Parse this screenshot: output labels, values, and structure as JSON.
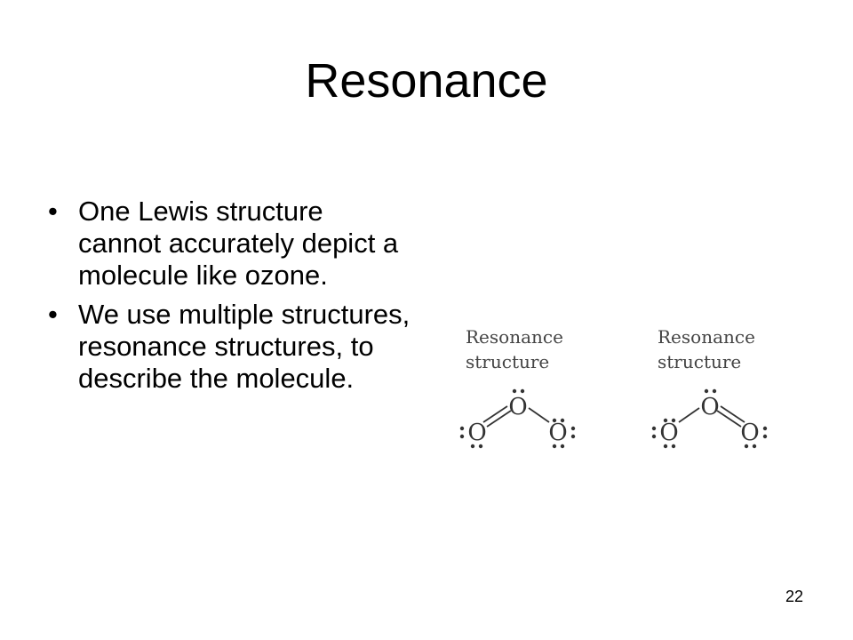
{
  "slide": {
    "title": "Resonance",
    "bullets": [
      "One Lewis structure cannot accurately depict a molecule like ozone.",
      "We use multiple structures, resonance structures, to describe the molecule."
    ],
    "bullet_symbol": "•",
    "page_number": "22"
  },
  "figure": {
    "structures": [
      {
        "caption_line1": "Resonance",
        "caption_line2": "structure",
        "atom_symbol": "O"
      },
      {
        "caption_line1": "Resonance",
        "caption_line2": "structure",
        "atom_symbol": "O"
      }
    ]
  }
}
